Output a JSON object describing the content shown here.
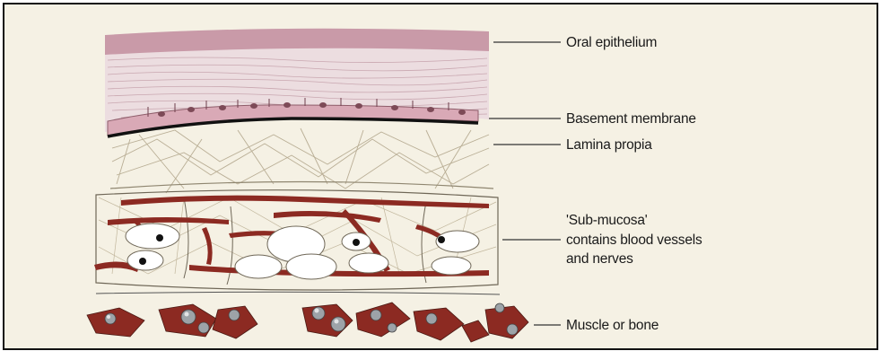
{
  "labels": {
    "oral_epithelium": "Oral epithelium",
    "basement_membrane": "Basement membrane",
    "lamina_propria": "Lamina propia",
    "submucosa_line1": "'Sub-mucosa'",
    "submucosa_line2": "contains blood vessels",
    "submucosa_line3": "and nerves",
    "muscle_or_bone": "Muscle or bone"
  },
  "colors": {
    "background": "#f5f1e4",
    "epithelium": "#d9b3bd",
    "epithelium_dark": "#b98596",
    "basement_membrane": "#111111",
    "fibers": "#b7ab92",
    "vessel": "#8c2a22",
    "leader_line": "#333333"
  }
}
